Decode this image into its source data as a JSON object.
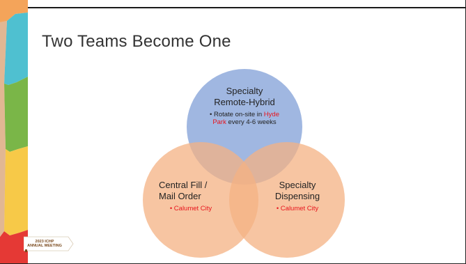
{
  "slide": {
    "title": "Two Teams Become One",
    "circles": {
      "top": {
        "title_line1": "Specialty",
        "title_line2": "Remote-Hybrid",
        "bullet_prefix": "• Rotate on-site in ",
        "bullet_highlight1": "Hyde",
        "bullet_highlight2": "Park",
        "bullet_suffix": " every 4-6 weeks",
        "color": "#8faadc"
      },
      "left": {
        "title_line1": "Central Fill /",
        "title_line2": "Mail Order",
        "bullet": "• Calumet City",
        "color": "#f4b183"
      },
      "right": {
        "title_line1": "Specialty",
        "title_line2": "Dispensing",
        "bullet": "• Calumet City",
        "color": "#f4b183"
      }
    },
    "logo": {
      "line1": "2023 ICHP",
      "line2": "ANNUAL MEETING"
    },
    "colors": {
      "highlight": "#e8141c",
      "strip": [
        "#f4a45a",
        "#4fc0d0",
        "#7ab648",
        "#f7c948",
        "#e53935"
      ]
    }
  }
}
